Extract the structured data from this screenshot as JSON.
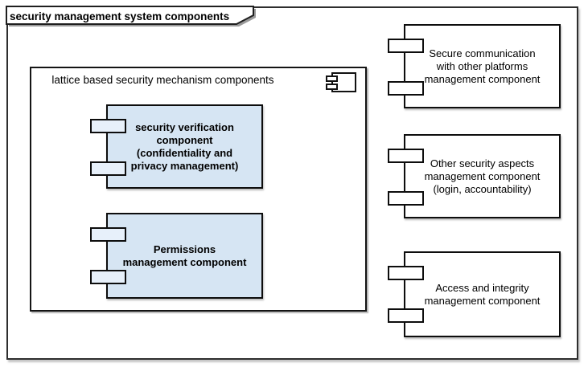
{
  "frame": {
    "title": "security management system components"
  },
  "container": {
    "title": "lattice based security mechanism components",
    "icon": "uml-component-icon",
    "components": [
      {
        "name": "security-verification-component",
        "lines": [
          "security verification",
          "component",
          "(confidentiality and",
          "privacy management)"
        ]
      },
      {
        "name": "permissions-management-component",
        "lines": [
          "Permissions",
          "management component"
        ]
      }
    ]
  },
  "external_components": [
    {
      "name": "secure-communication-component",
      "lines": [
        "Secure communication",
        "with other platforms",
        "management component"
      ]
    },
    {
      "name": "other-security-aspects-component",
      "lines": [
        "Other security aspects",
        "management component",
        "(login, accountability)"
      ]
    },
    {
      "name": "access-and-integrity-component",
      "lines": [
        "Access and integrity",
        "management component"
      ]
    }
  ],
  "colors": {
    "component_fill": "#d6e5f3",
    "port_fill_blue": "#e7f0fa",
    "external_fill": "#ffffff",
    "border": "#0d0d0d",
    "frame_border": "#2e2e2e"
  }
}
